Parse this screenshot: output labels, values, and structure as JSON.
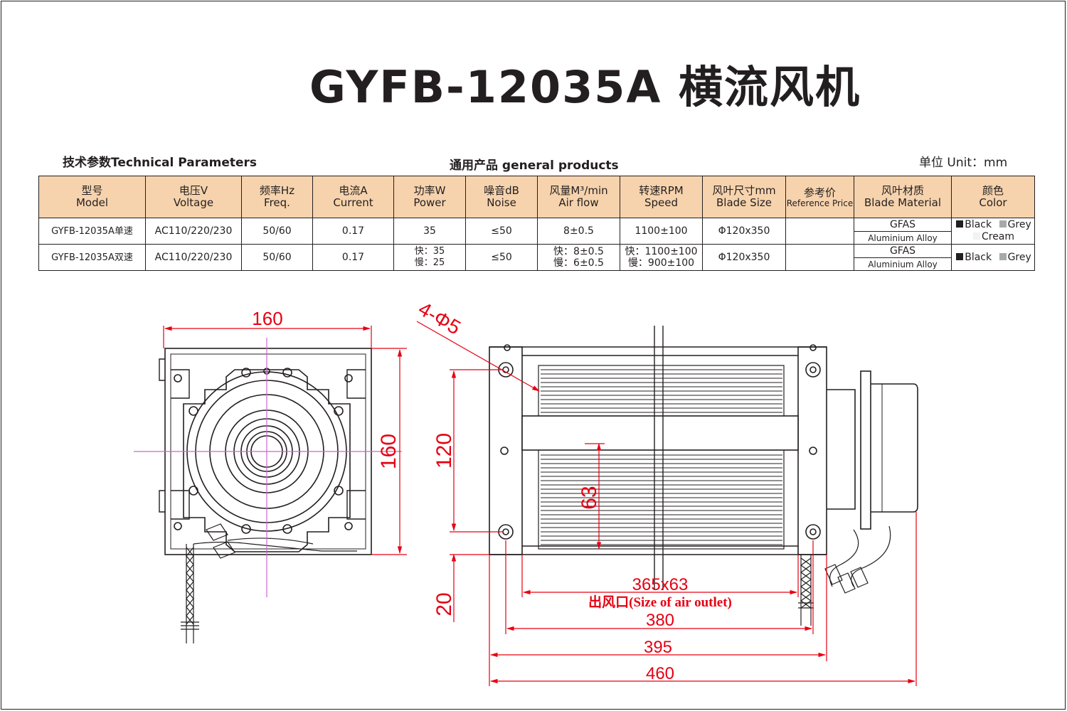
{
  "title": "GYFB-12035A 横流风机",
  "section_tech": "技术参数Technical Parameters",
  "section_general": "通用产品 general products",
  "unit": "单位 Unit：mm",
  "table": {
    "headers": [
      {
        "cn": "型号",
        "en": "Model"
      },
      {
        "cn": "电压V",
        "en": "Voltage"
      },
      {
        "cn": "频率Hz",
        "en": "Freq."
      },
      {
        "cn": "电流A",
        "en": "Current"
      },
      {
        "cn": "功率W",
        "en": "Power"
      },
      {
        "cn": "噪音dB",
        "en": "Noise"
      },
      {
        "cn": "风量M³/min",
        "en": "Air flow"
      },
      {
        "cn": "转速RPM",
        "en": "Speed"
      },
      {
        "cn": "风叶尺寸mm",
        "en": "Blade Size"
      },
      {
        "cn": "参考价",
        "en": "Reference Price"
      },
      {
        "cn": "风叶材质",
        "en": "Blade Material"
      },
      {
        "cn": "颜色",
        "en": "Color"
      }
    ],
    "rows": [
      {
        "model": "GYFB-12035A单速",
        "voltage": "AC110/220/230",
        "freq": "50/60",
        "current": "0.17",
        "power": "35",
        "power2": "",
        "noise": "≤50",
        "airflow": "8±0.5",
        "airflow2": "",
        "speed": "1100±100",
        "speed2": "",
        "blade_size": "Φ120x350",
        "price": "",
        "material": "GFAS",
        "material2": "Aluminium Alloy",
        "colors": [
          "Black",
          "Grey",
          "Cream"
        ]
      },
      {
        "model": "GYFB-12035A双速",
        "voltage": "AC110/220/230",
        "freq": "50/60",
        "current": "0.17",
        "power": "快：35",
        "power2": "慢：25",
        "noise": "≤50",
        "airflow": "快：8±0.5",
        "airflow2": "慢：6±0.5",
        "speed": "快：1100±100",
        "speed2": "慢：900±100",
        "blade_size": "Φ120x350",
        "price": "",
        "material": "GFAS",
        "material2": "Aluminium Alloy",
        "colors": [
          "Black",
          "Grey"
        ]
      }
    ]
  },
  "swatch_colors": {
    "Black": "#231f20",
    "Grey": "#a7a9ac",
    "Cream": "#f1f2f2"
  },
  "drawing": {
    "dim_color": "#e60012",
    "centerline_color": "#cc66cc",
    "side_view": {
      "width": "160",
      "height": "160"
    },
    "front_view": {
      "holes": "4-Φ5",
      "hole_spacing": "120",
      "outlet_height": "63",
      "bottom_offset": "20",
      "outlet_size": "365x63",
      "outlet_label": "出风口(Size of  air outlet)",
      "d380": "380",
      "d395": "395",
      "d460": "460"
    }
  }
}
